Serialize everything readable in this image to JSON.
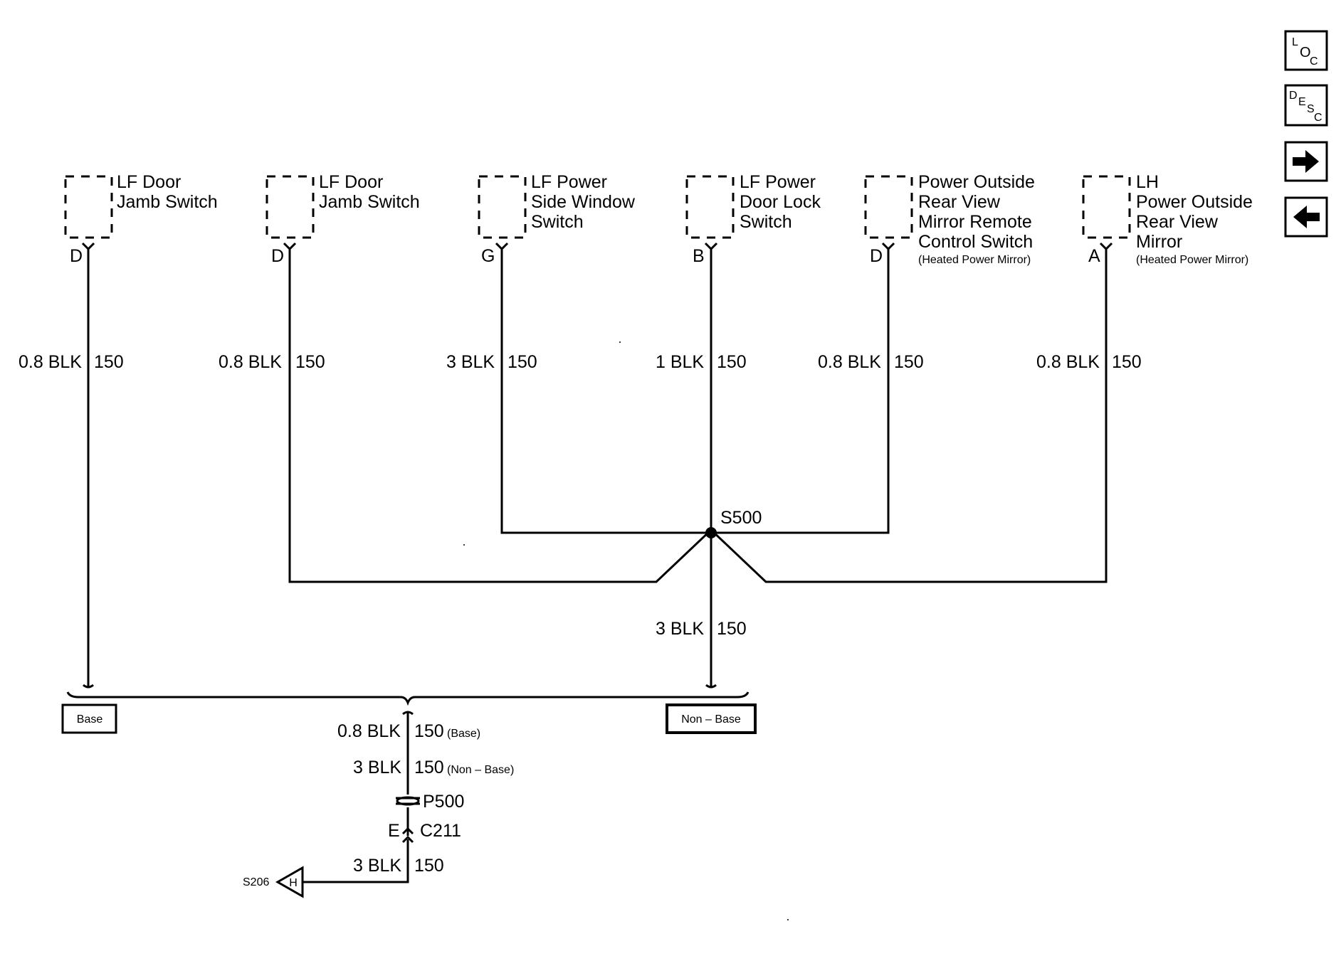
{
  "components": [
    {
      "name_lines": [
        "LF Door",
        "Jamb Switch"
      ],
      "pin": "D",
      "wire_gauge": "0.8 BLK",
      "circuit": "150",
      "note": ""
    },
    {
      "name_lines": [
        "LF Door",
        "Jamb Switch"
      ],
      "pin": "D",
      "wire_gauge": "0.8 BLK",
      "circuit": "150",
      "note": ""
    },
    {
      "name_lines": [
        "LF Power",
        "Side Window",
        "Switch"
      ],
      "pin": "G",
      "wire_gauge": "3 BLK",
      "circuit": "150",
      "note": ""
    },
    {
      "name_lines": [
        "LF Power",
        "Door Lock",
        "Switch"
      ],
      "pin": "B",
      "wire_gauge": "1 BLK",
      "circuit": "150",
      "note": ""
    },
    {
      "name_lines": [
        "Power Outside",
        "Rear View",
        "Mirror Remote",
        "Control Switch"
      ],
      "pin": "D",
      "wire_gauge": "0.8 BLK",
      "circuit": "150",
      "note": "(Heated Power Mirror)"
    },
    {
      "name_lines": [
        "LH",
        "Power Outside",
        "Rear View",
        "Mirror"
      ],
      "pin": "A",
      "wire_gauge": "0.8 BLK",
      "circuit": "150",
      "note": "(Heated Power Mirror)"
    }
  ],
  "splice": {
    "id": "S500"
  },
  "trunk": {
    "wire_gauge": "3 BLK",
    "circuit": "150"
  },
  "options": {
    "base": "Base",
    "non_base": "Non – Base"
  },
  "lower": {
    "line1_gauge": "0.8 BLK",
    "line1_circuit": "150",
    "line1_note": "(Base)",
    "line2_gauge": "3 BLK",
    "line2_circuit": "150",
    "line2_note": "(Non – Base)",
    "connector_p": "P500",
    "pin": "E",
    "connector_c": "C211",
    "last_gauge": "3 BLK",
    "last_circuit": "150",
    "ref_splice": "S206",
    "ref_pin": "H"
  },
  "nav": {
    "loc": {
      "l1": "L",
      "l2": "O",
      "l3": "C"
    },
    "desc": {
      "l1": "D",
      "l2": "E",
      "l3": "S",
      "l4": "C"
    },
    "next_icon": "arrow-right-icon",
    "prev_icon": "arrow-left-icon"
  }
}
